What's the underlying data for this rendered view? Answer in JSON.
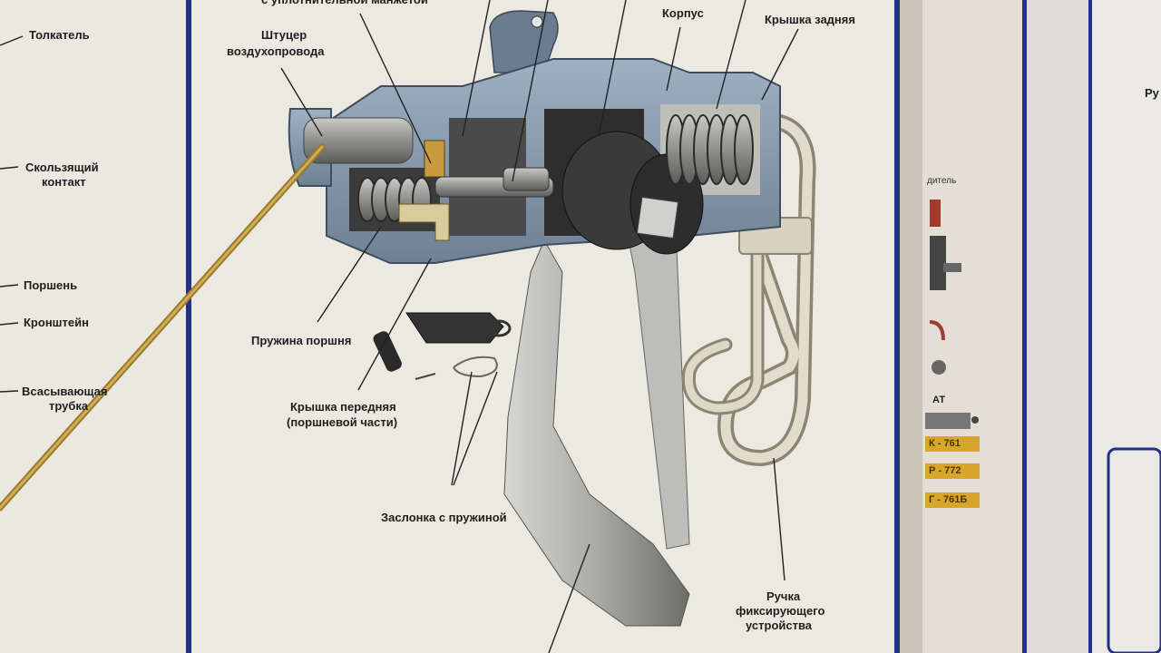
{
  "left_labels": {
    "tolkatel": "Толкатель",
    "skolz_1": "Скользящий",
    "skolz_2": "контакт",
    "porshen": "Поршень",
    "kronshtein": "Кронштейн",
    "vsas_1": "Всасывающая",
    "vsas_2": "трубка"
  },
  "center_labels": {
    "top_cut": "с уплотнительной манжетой",
    "shtucer_1": "Штуцер",
    "shtucer_2": "воздухопровода",
    "korpus": "Корпус",
    "kryshka_zad": "Крышка задняя",
    "pruzhina": "Пружина поршня",
    "kryshka_per_1": "Крышка передняя",
    "kryshka_per_2": "(поршневой части)",
    "zaslonka": "Заслонка с пружиной",
    "ruchka_1": "Ручка",
    "ruchka_2": "фиксирующего",
    "ruchka_3": "устройства"
  },
  "right_panel": {
    "top_text": "Ру",
    "small_text": "дитель",
    "at_label": "АТ",
    "legend": [
      "К - 761",
      "Р - 772",
      "Г - 761Б"
    ]
  }
}
